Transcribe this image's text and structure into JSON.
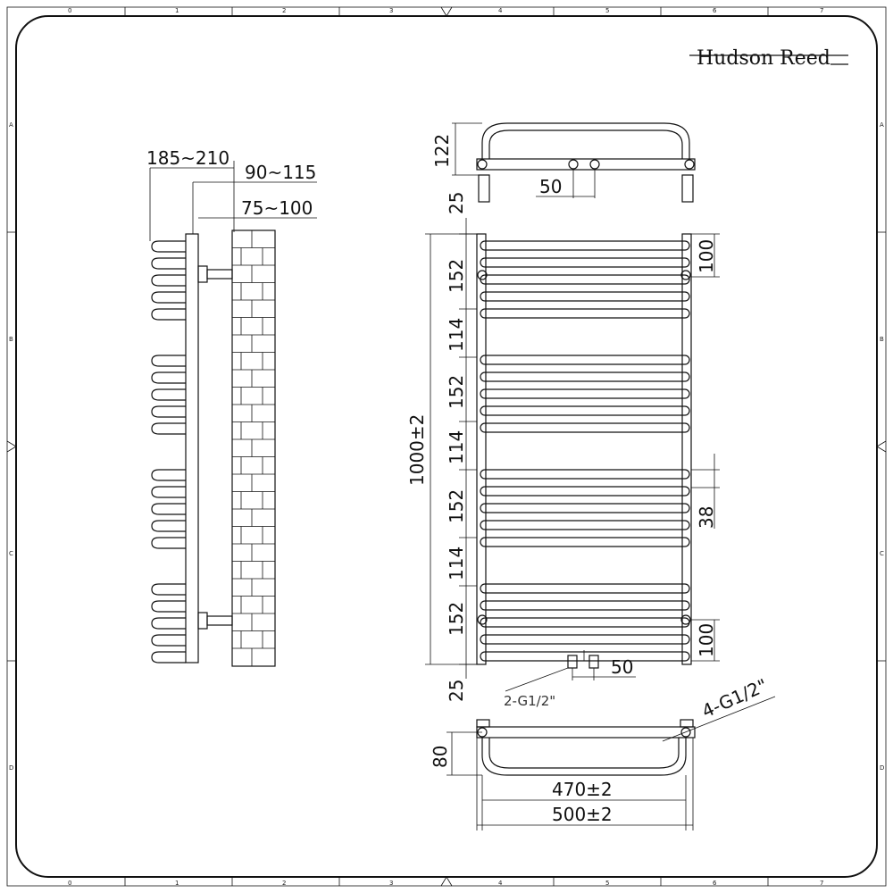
{
  "brand": {
    "name": "Hudson Reed"
  },
  "grid": {
    "columns": [
      "0",
      "1",
      "2",
      "3",
      "4",
      "5",
      "6",
      "7"
    ],
    "rows": [
      "A",
      "B",
      "C",
      "D"
    ]
  },
  "side_view": {
    "overall_depth": "185~210",
    "pipe_to_wall": "90~115",
    "bracket_depth": "75~100"
  },
  "top_view": {
    "depth": "122",
    "valve_spacing": "50"
  },
  "front_view": {
    "height": "1000±2",
    "top_margin": "25",
    "bottom_margin": "25",
    "segments": [
      "152",
      "114",
      "152",
      "114",
      "152",
      "114",
      "152"
    ],
    "bracket_top": "100",
    "bracket_bottom": "100",
    "tube_pitch": "38",
    "inlet_spacing": "50",
    "inlet_thread": "2-G1/2\"",
    "bracket_thread": "4-G1/2\""
  },
  "bottom_view": {
    "depth": "80",
    "inner_width": "470±2",
    "outer_width": "500±2"
  }
}
